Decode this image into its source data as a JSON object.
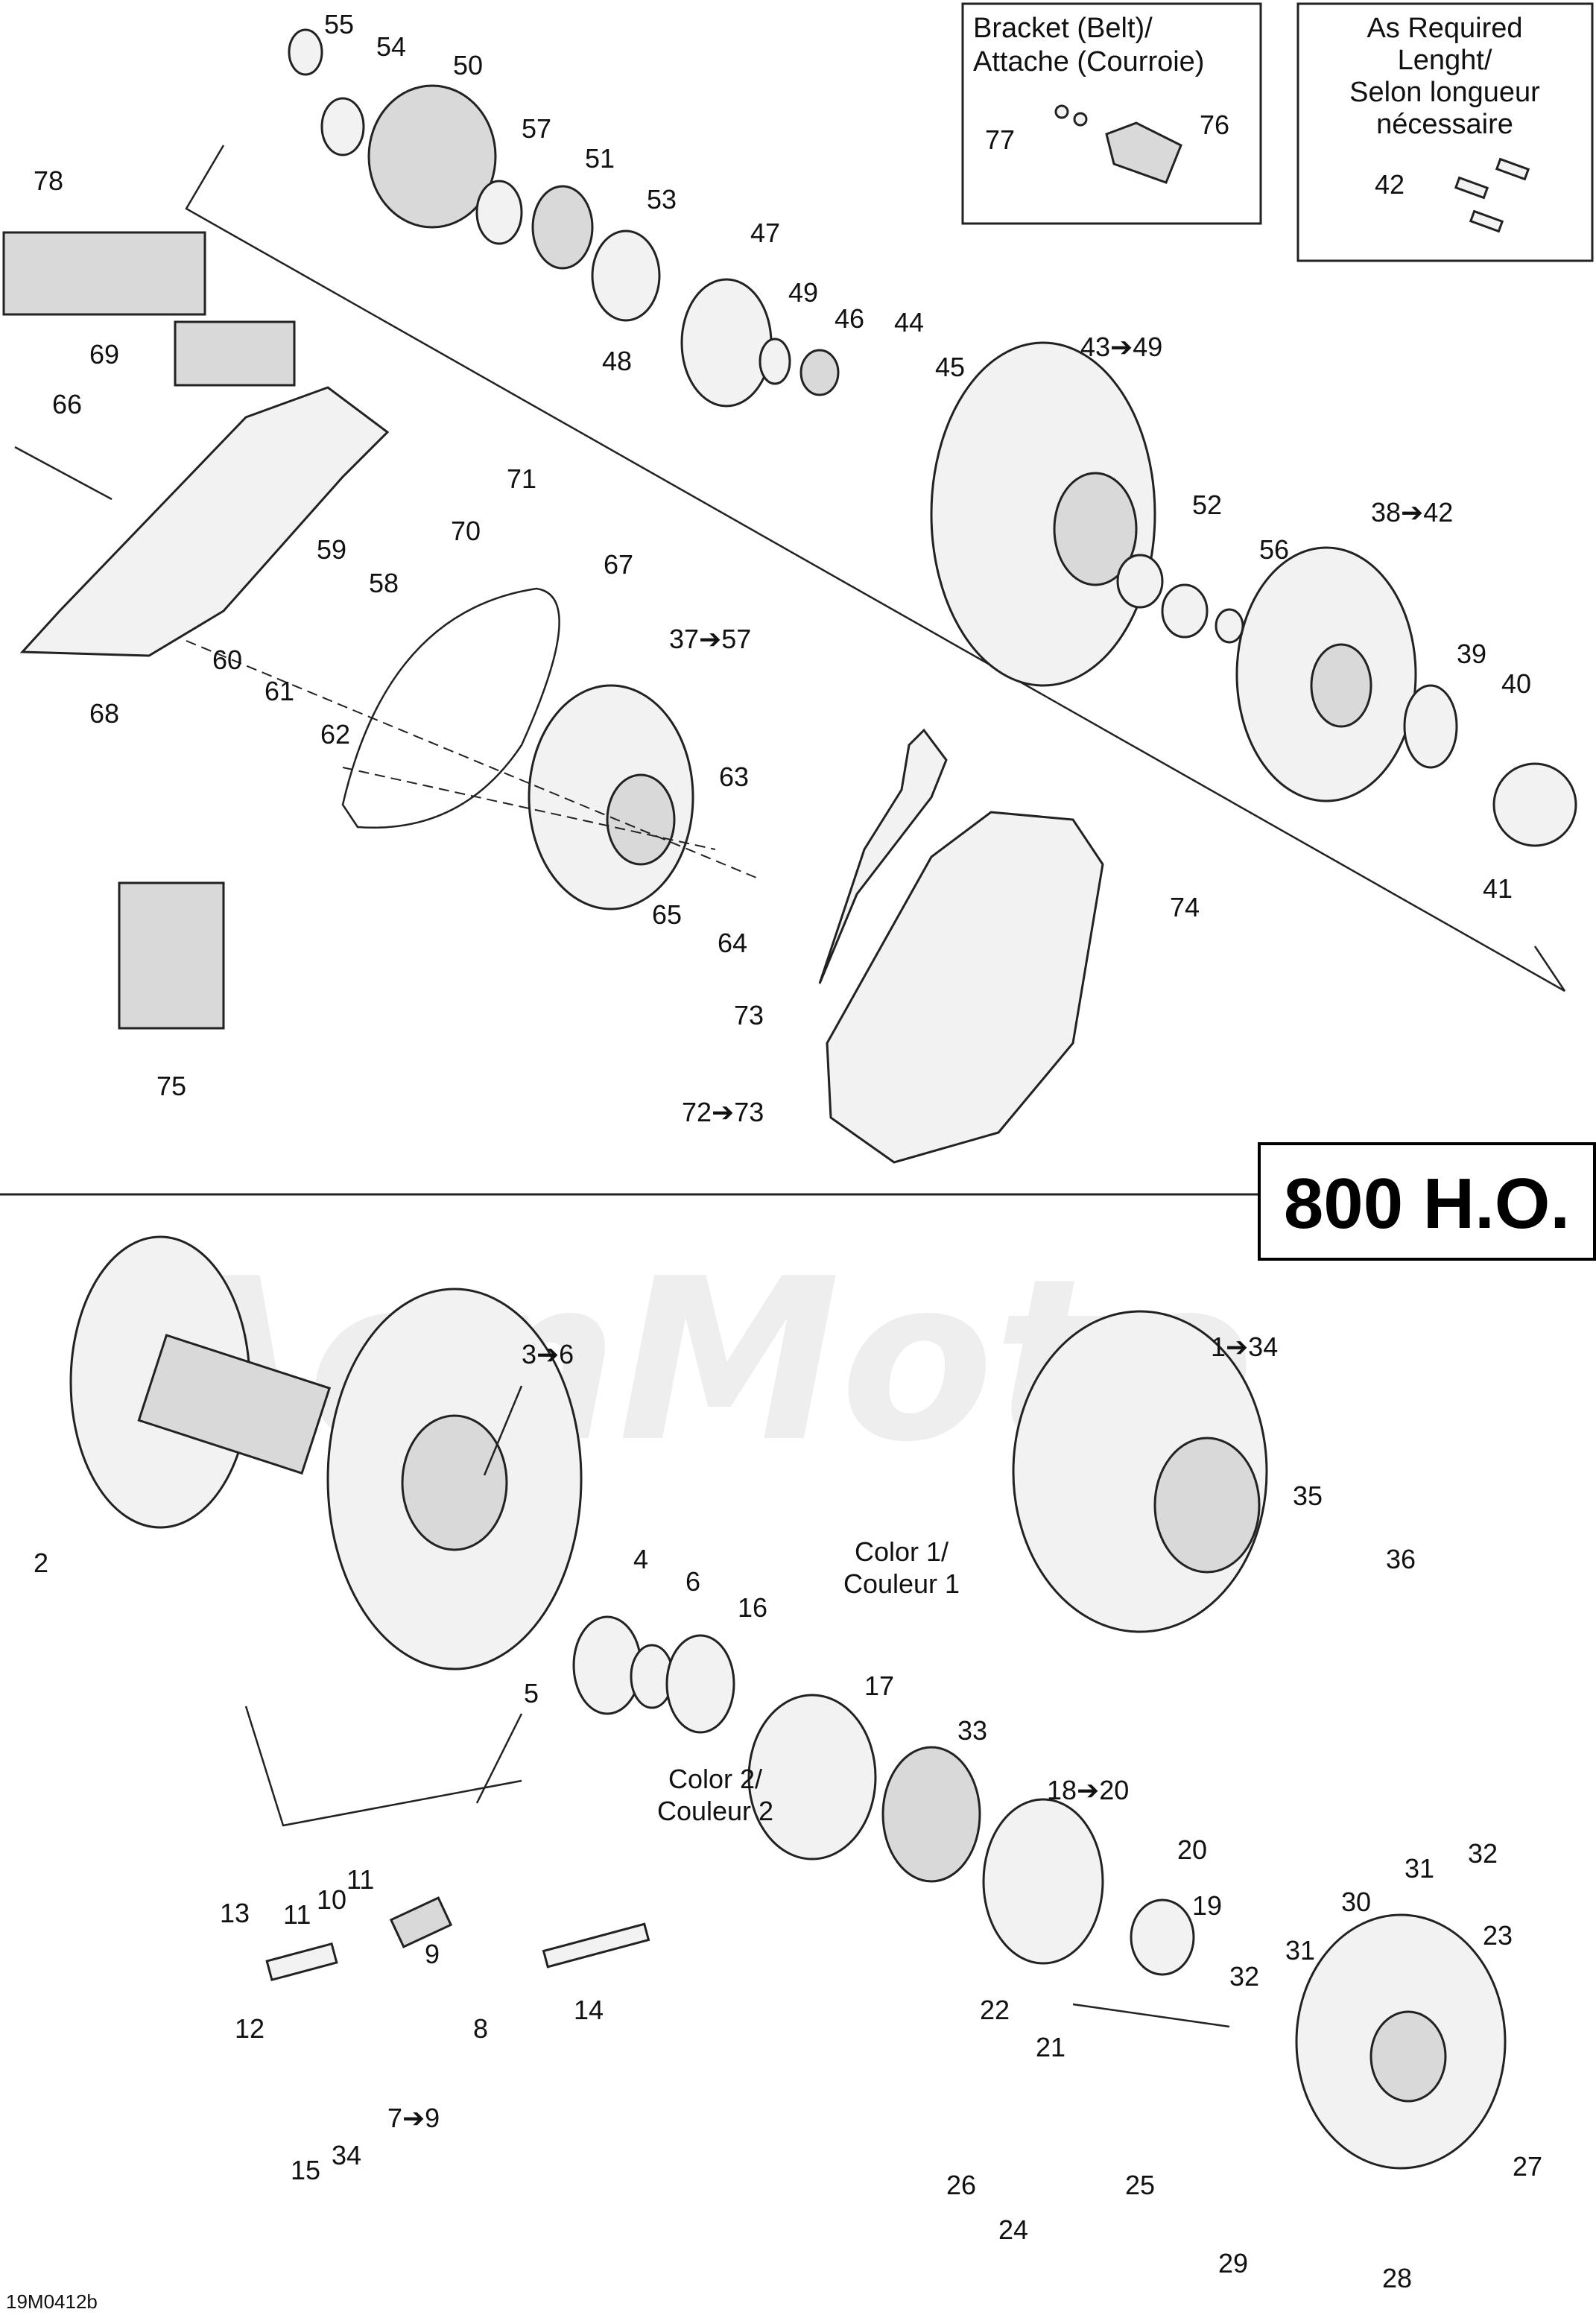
{
  "model_label": "800 H.O.",
  "drawing_code": "19M0412b",
  "watermark": "AenMoto",
  "boxes": {
    "bracket": {
      "line1": "Bracket (Belt)/",
      "line2": "Attache (Courroie)"
    },
    "as_required": {
      "line1": "As Required",
      "line2": "Lenght/",
      "line3": "Selon longueur",
      "line4": "nécessaire"
    }
  },
  "color_labels": {
    "c1a": "Color 1/",
    "c1b": "Couleur 1",
    "c2a": "Color 2/",
    "c2b": "Couleur 2"
  },
  "callouts": {
    "c55": "55",
    "c54": "54",
    "c50": "50",
    "c57": "57",
    "c51": "51",
    "c53": "53",
    "c47": "47",
    "c49": "49",
    "c46": "46",
    "c44": "44",
    "c45": "45",
    "c48": "48",
    "c43": "43➔49",
    "c52": "52",
    "c38": "38➔42",
    "c56": "56",
    "c39": "39",
    "c40": "40",
    "c41": "41",
    "c42": "42",
    "c77": "77",
    "c76": "76",
    "c78": "78",
    "c69": "69",
    "c66": "66",
    "c71": "71",
    "c70": "70",
    "c67": "67",
    "c59": "59",
    "c58": "58",
    "c60": "60",
    "c61": "61",
    "c62": "62",
    "c68": "68",
    "c37": "37➔57",
    "c63": "63",
    "c65": "65",
    "c64": "64",
    "c74": "74",
    "c73": "73",
    "c72": "72➔73",
    "c75": "75",
    "c3": "3➔6",
    "c1": "1➔34",
    "c2": "2",
    "c35": "35",
    "c36": "36",
    "c4": "4",
    "c6": "6",
    "c16": "16",
    "c5": "5",
    "c17": "17",
    "c33": "33",
    "c18": "18➔20",
    "c20": "20",
    "c19": "19",
    "c13": "13",
    "c11a": "11",
    "c10": "10",
    "c11b": "11",
    "c9": "9",
    "c12": "12",
    "c8": "8",
    "c14": "14",
    "c7": "7➔9",
    "c15": "15",
    "c34": "34",
    "c22": "22",
    "c21": "21",
    "c31a": "31",
    "c32a": "32",
    "c30": "30",
    "c31b": "31",
    "c23": "23",
    "c32b": "32",
    "c26": "26",
    "c25": "25",
    "c24": "24",
    "c27": "27",
    "c29": "29",
    "c28": "28"
  }
}
